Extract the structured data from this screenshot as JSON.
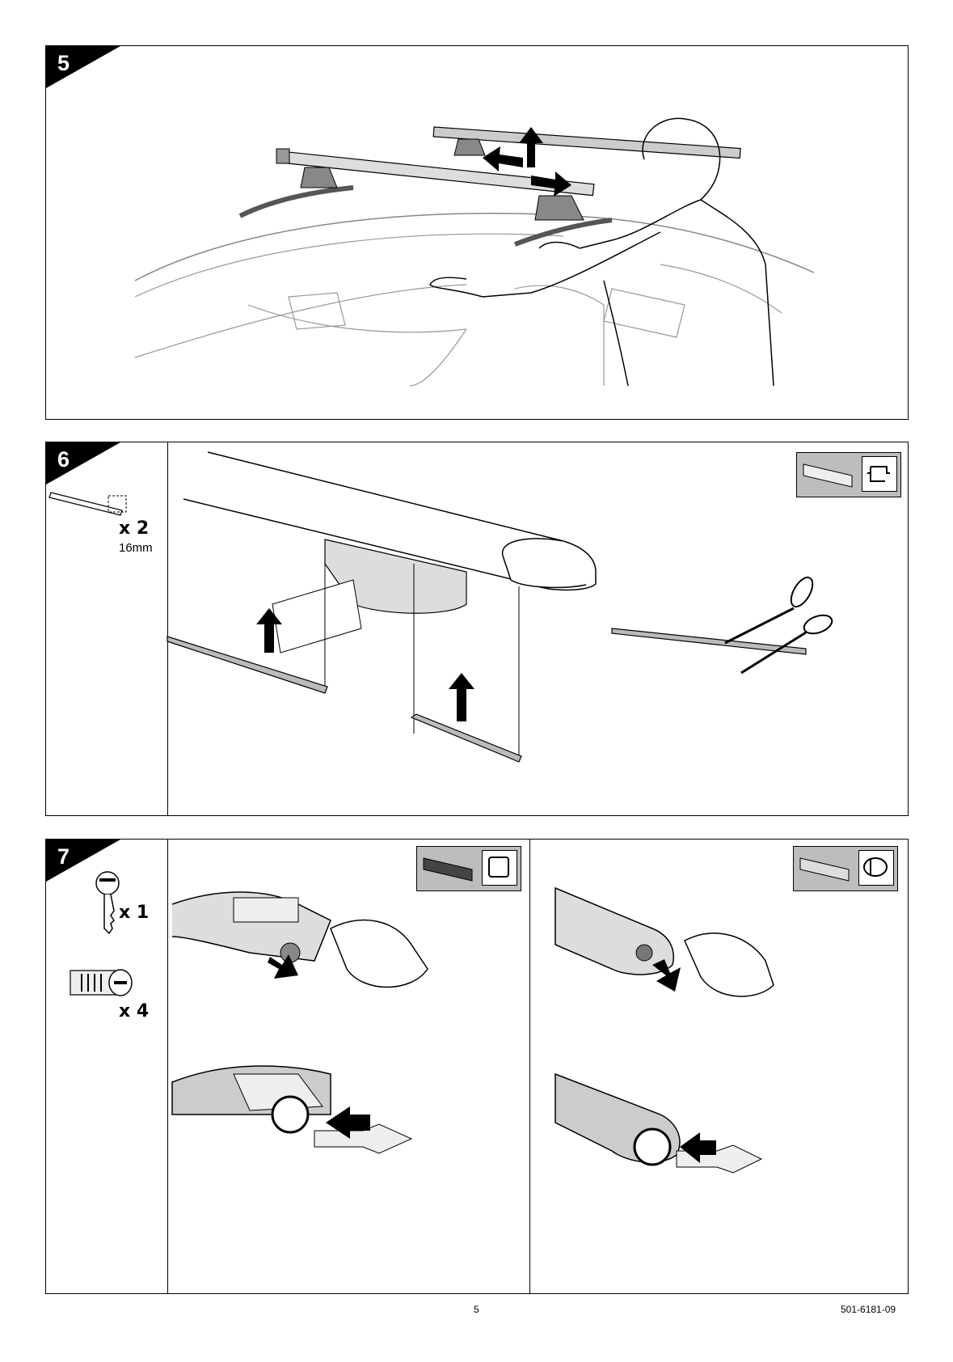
{
  "steps": [
    {
      "number": "5"
    },
    {
      "number": "6",
      "quantity": "x 2",
      "size": "16mm"
    },
    {
      "number": "7",
      "key_quantity": "x 1",
      "lock_quantity": "x 4"
    }
  ],
  "footer": {
    "page_number": "5",
    "document_code": "501-6181-09"
  }
}
